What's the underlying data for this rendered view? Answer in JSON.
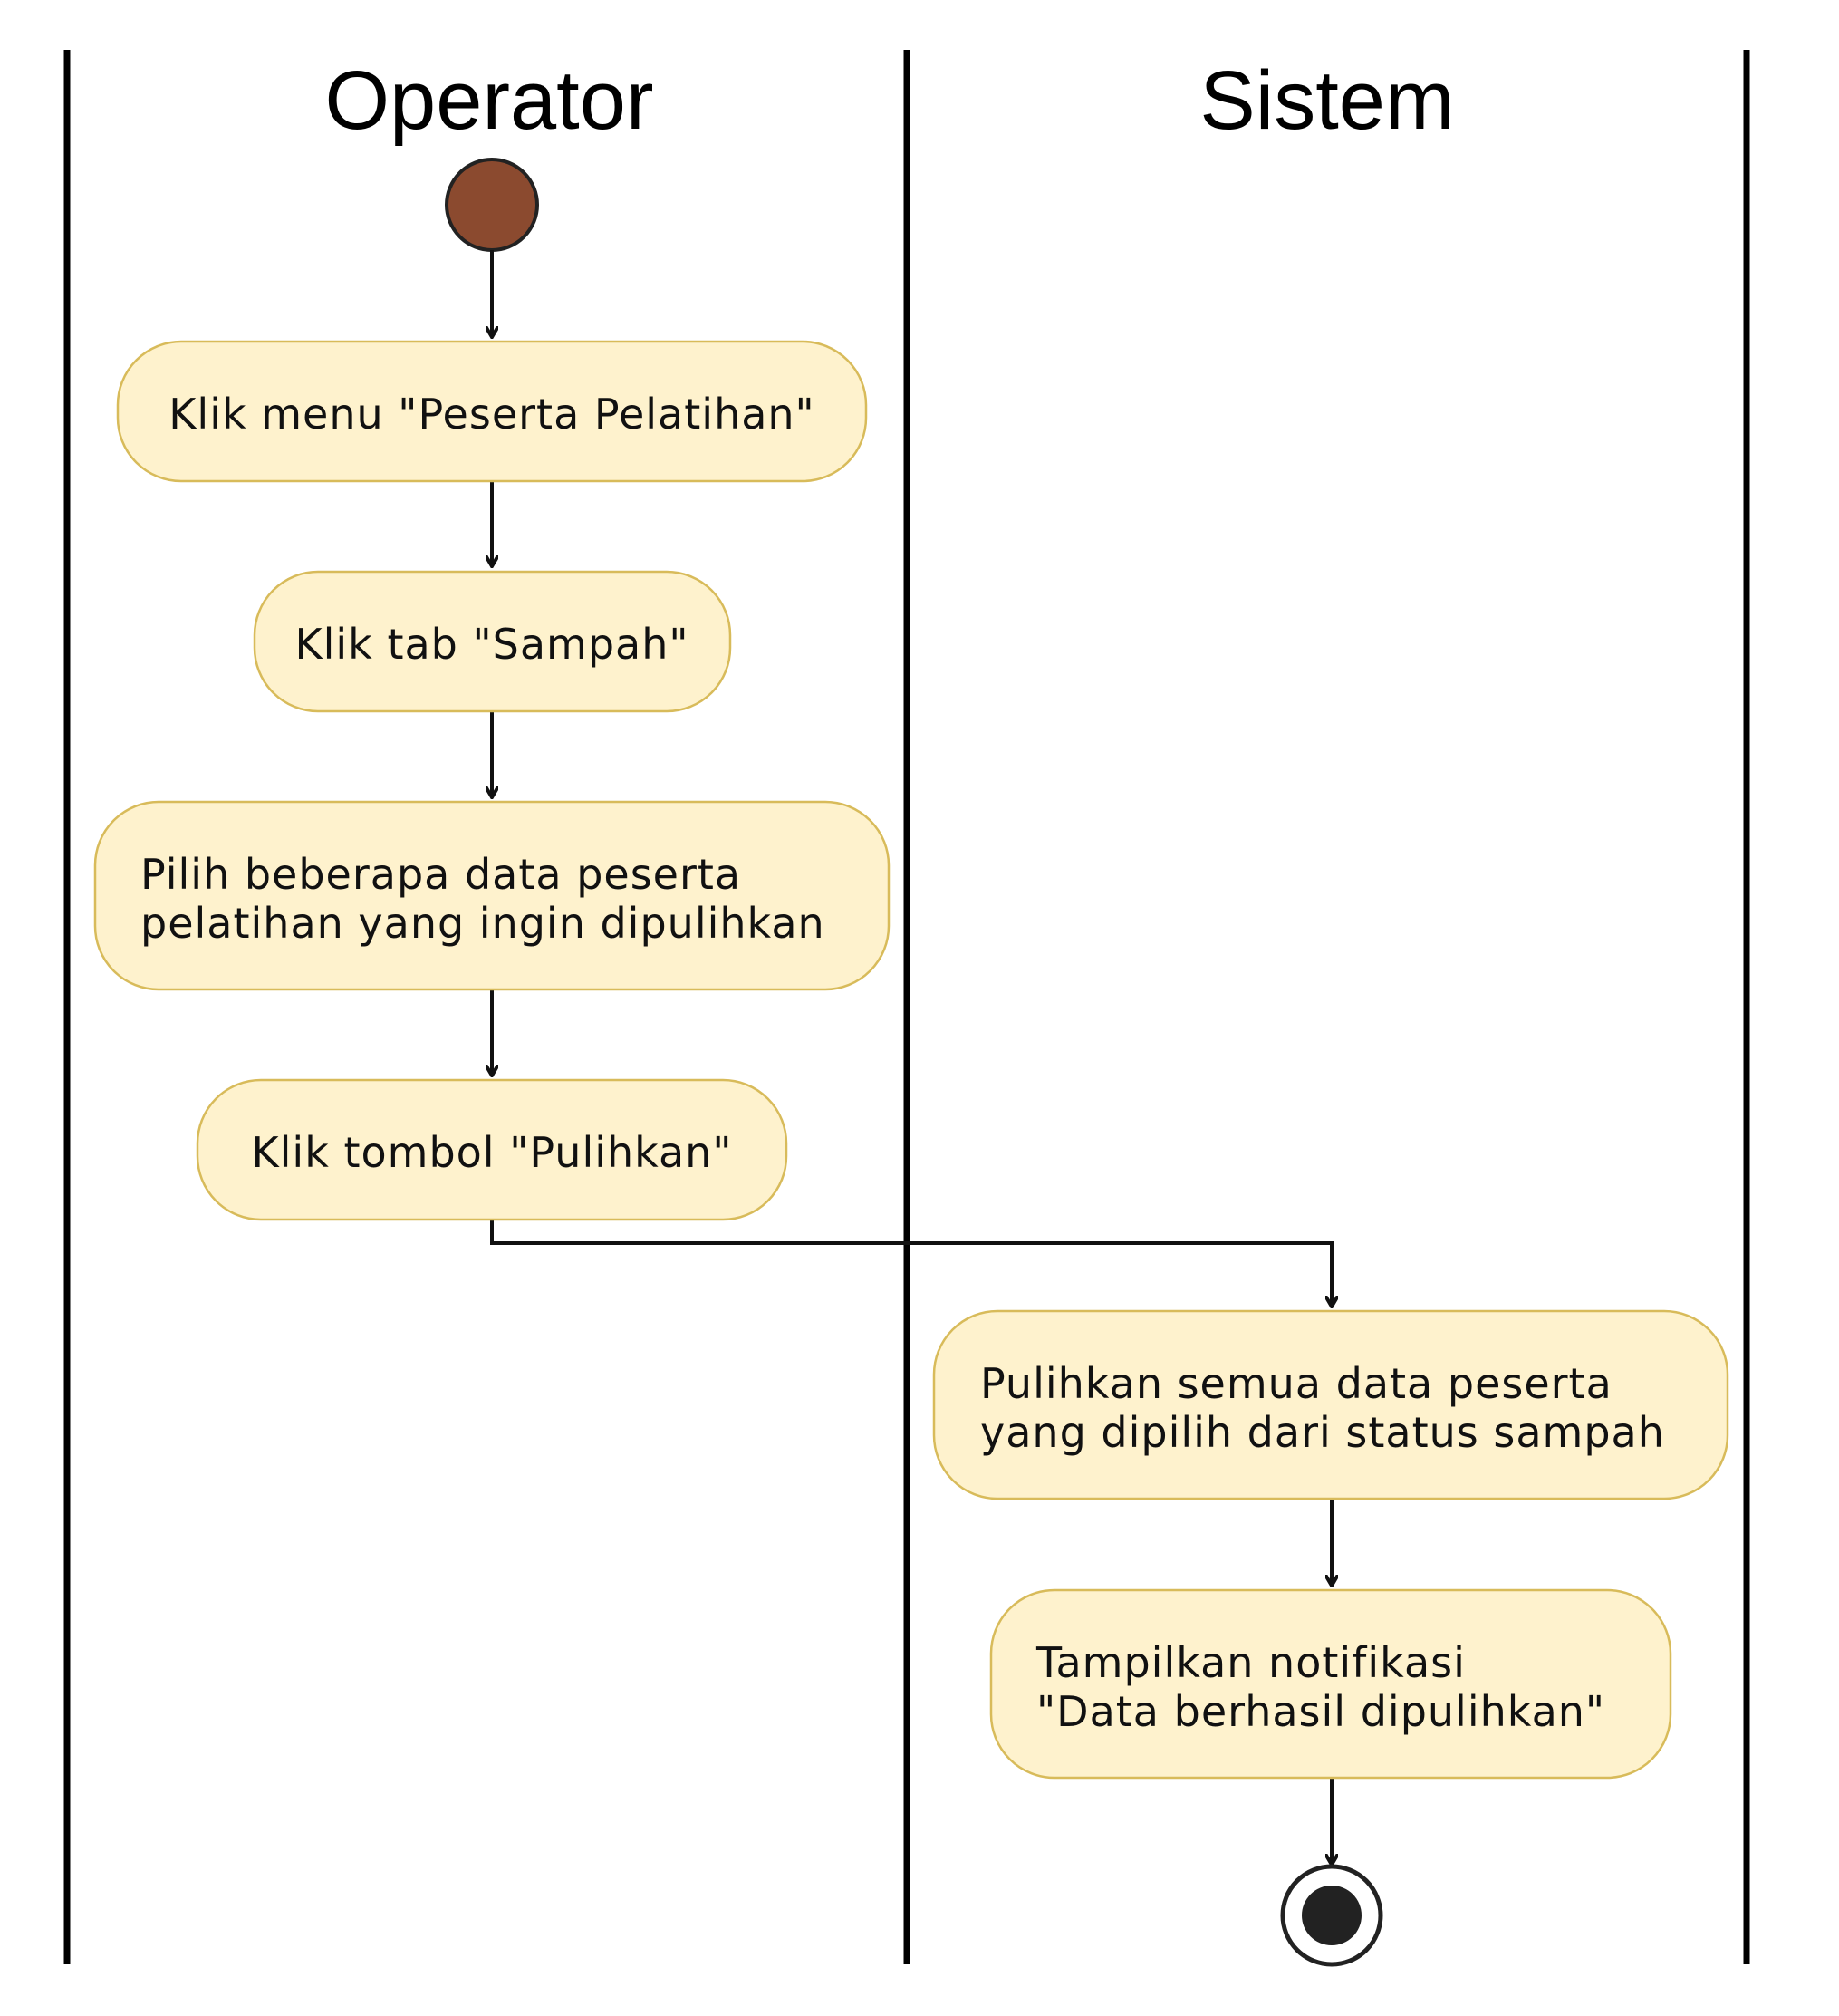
{
  "lanes": {
    "left_title": "Operator",
    "right_title": "Sistem"
  },
  "activities": {
    "a1": "Klik menu \"Peserta Pelatihan\"",
    "a2": "Klik tab \"Sampah\"",
    "a3_line1": "Pilih beberapa data peserta",
    "a3_line2": "pelatihan yang ingin dipulihkan",
    "a4": "Klik tombol \"Pulihkan\"",
    "a5_line1": "Pulihkan semua data peserta",
    "a5_line2": "yang dipilih dari status sampah",
    "a6_line1": "Tampilkan notifikasi",
    "a6_line2": "\"Data berhasil dipulihkan\""
  },
  "colors": {
    "start_node": "#8b4a2f",
    "activity_fill": "#fef2cd",
    "activity_border": "#d8bb5a",
    "end_node": "#222222"
  }
}
